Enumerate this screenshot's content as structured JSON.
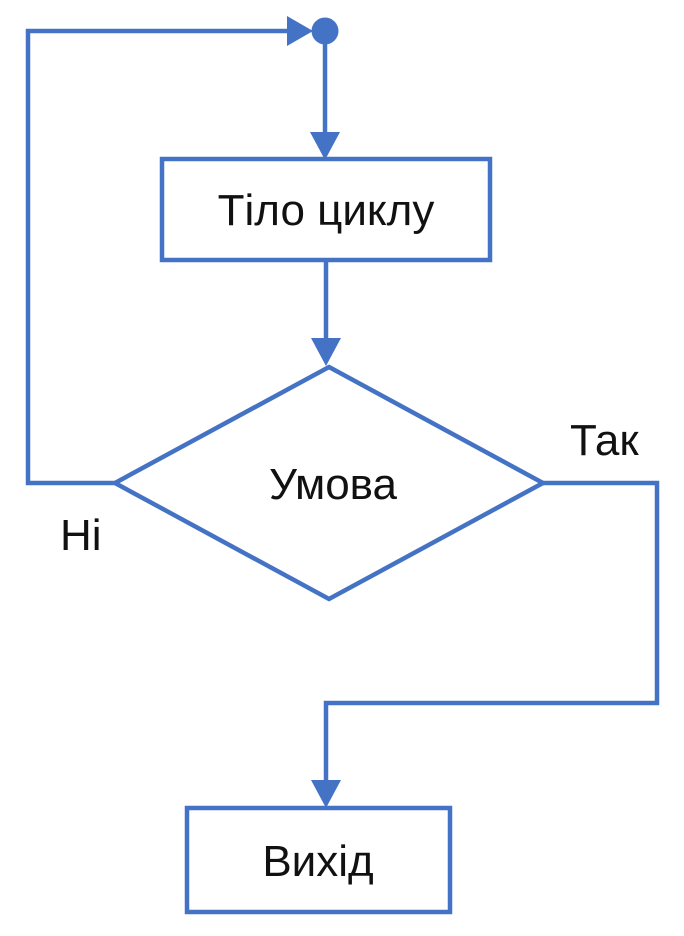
{
  "diagram": {
    "type": "flowchart",
    "description": "Post-condition loop (do-while) flowchart in Ukrainian",
    "nodes": {
      "junction": {
        "type": "connector-dot",
        "label": ""
      },
      "loop_body": {
        "type": "process",
        "label": "Тіло циклу"
      },
      "condition": {
        "type": "decision",
        "label": "Умова"
      },
      "exit": {
        "type": "process",
        "label": "Вихід"
      }
    },
    "edges": [
      {
        "from": "junction",
        "to": "loop_body",
        "label": ""
      },
      {
        "from": "loop_body",
        "to": "condition",
        "label": ""
      },
      {
        "from": "condition",
        "to": "exit",
        "label": "Так"
      },
      {
        "from": "condition",
        "to": "junction",
        "label": "Ні"
      }
    ],
    "edge_labels": {
      "yes": "Так",
      "no": "Ні"
    }
  },
  "colors": {
    "accent": "#4472C4",
    "text": "#111111",
    "background": "#FFFFFF"
  }
}
